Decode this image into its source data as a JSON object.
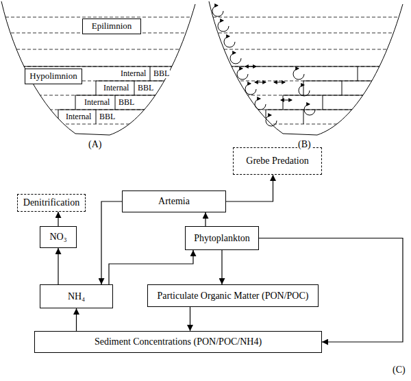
{
  "diagram": {
    "nodes": [
      {
        "text": [
          "Epilimnion"
        ]
      },
      {
        "text": [
          "Hypolimnion"
        ]
      },
      {
        "text": [
          "Grebe Predation"
        ]
      },
      {
        "text": [
          "Denitrification"
        ]
      },
      {
        "text": [
          "Artemia"
        ]
      },
      {
        "text": [
          "NO₃"
        ]
      },
      {
        "text": [
          "Phytoplankton"
        ]
      },
      {
        "text": [
          "NH₄"
        ]
      },
      {
        "text": [
          "Particulate Organic Matter (PON/POC)"
        ]
      },
      {
        "text": [
          "Sediment Concentrations (PON/POC/NH4)"
        ]
      }
    ],
    "edges": [
      {
        "from": 4,
        "to": 2,
        "arrow": "to"
      },
      {
        "from": 5,
        "to": 3,
        "arrow": "to"
      },
      {
        "from": 7,
        "to": 5,
        "arrow": "to"
      },
      {
        "from": 6,
        "to": 4,
        "arrow": "to"
      },
      {
        "from": 4,
        "to": 7,
        "arrow": "to"
      },
      {
        "from": 7,
        "to": 6,
        "arrow": "to"
      },
      {
        "from": 6,
        "to": 8,
        "arrow": "to"
      },
      {
        "from": 8,
        "to": 9,
        "arrow": "to"
      },
      {
        "from": 6,
        "to": 9,
        "arrow": "to"
      },
      {
        "from": 9,
        "to": 7,
        "arrow": "to"
      }
    ],
    "labels": [
      "Internal",
      "BBL",
      "Internal",
      "BBL",
      "Internal",
      "BBL",
      "Internal",
      "BBL",
      "(A)",
      "(B)",
      "(C)"
    ]
  }
}
